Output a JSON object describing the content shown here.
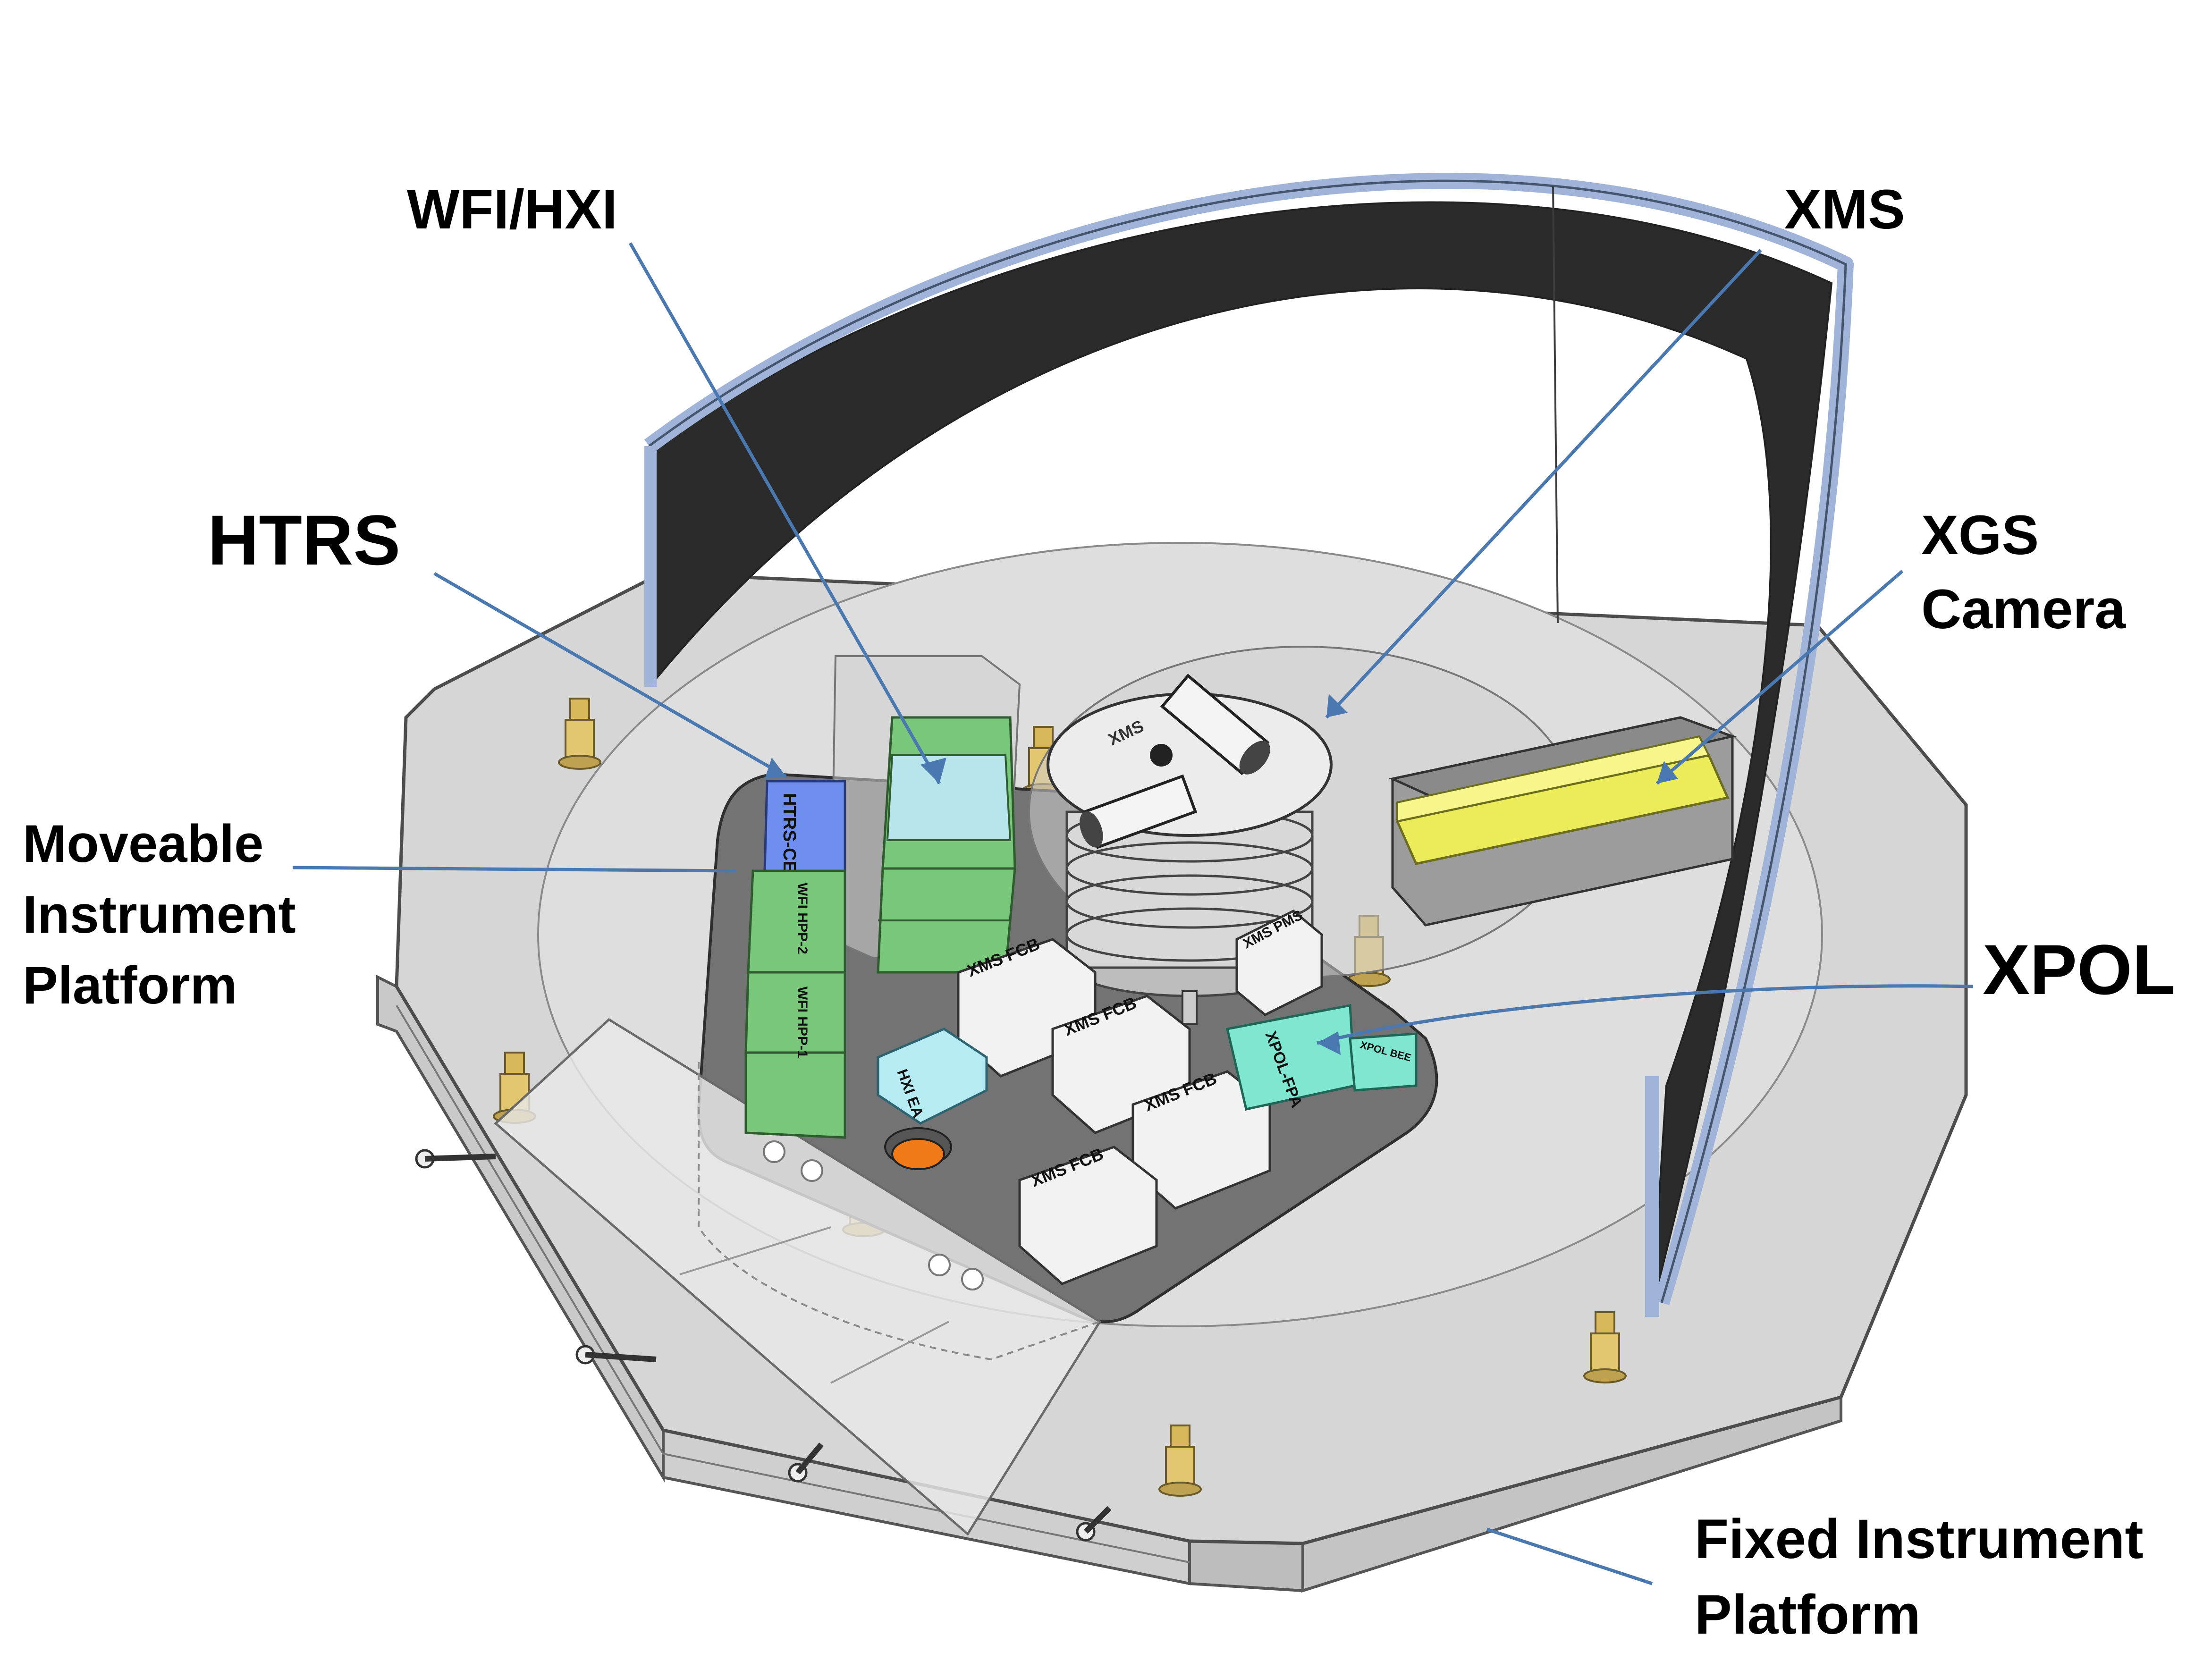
{
  "labels": {
    "wfi_hxi": "WFI/HXI",
    "xms": "XMS",
    "htrs": "HTRS",
    "xgs_camera_line1": "XGS",
    "xgs_camera_line2": "Camera",
    "moveable_line1": "Moveable",
    "moveable_line2": "Instrument",
    "moveable_line3": "Platform",
    "xpol": "XPOL",
    "fixed_line1": "Fixed Instrument",
    "fixed_line2": "Platform"
  },
  "components": {
    "htrs_ceu": "HTRS-CEU",
    "wfi_hpp2": "WFI HPP-2",
    "wfi_hpp1": "WFI HPP-1",
    "hxi_ea": "HXI EA",
    "xms_fcb_1": "XMS FCB",
    "xms_fcb_2": "XMS FCB",
    "xms_fcb_3": "XMS FCB",
    "xms_fcb_4": "XMS FCB",
    "xms_pms": "XMS PMS",
    "xpol_fpa": "XPOL-FPA",
    "xpol_bee": "XPOL BEE",
    "xms_dewar": "XMS"
  },
  "colors": {
    "leader_line": "#4a78b0",
    "fixed_platform": "#d6d6d6",
    "moveable_platform": "#737373",
    "shroud_interior": "#2b2b2b",
    "shroud_rim": "#9fb4d8",
    "wfi_green": "#79c77a",
    "htrs_blue": "#6f8ff0",
    "hxi_cyan": "#b5ecf4",
    "xpol_teal": "#7fe7cf",
    "xgs_yellow": "#ecec5a",
    "fcb_white": "#f2f2f2",
    "hole_orange": "#f07a17"
  }
}
